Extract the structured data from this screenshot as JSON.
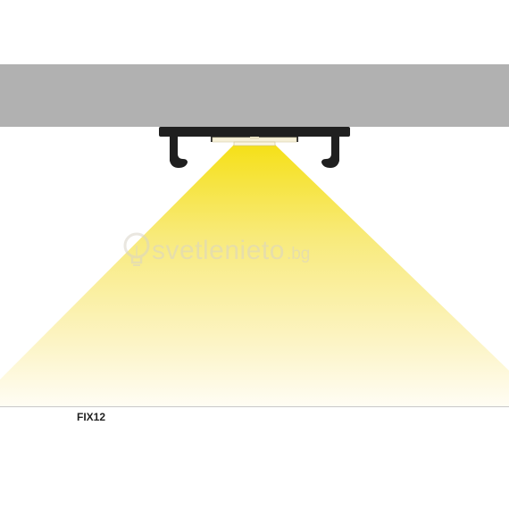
{
  "diagram": {
    "product_name": "FIX12",
    "colors": {
      "ceiling": "#b1b1b1",
      "profile": "#1f1f1f",
      "light": "#f5e23a",
      "floor_line": "#c8c8c8"
    }
  },
  "watermark": {
    "brand": "svetlenieto",
    "tld": ".bg",
    "icon": "lightbulb-icon"
  }
}
